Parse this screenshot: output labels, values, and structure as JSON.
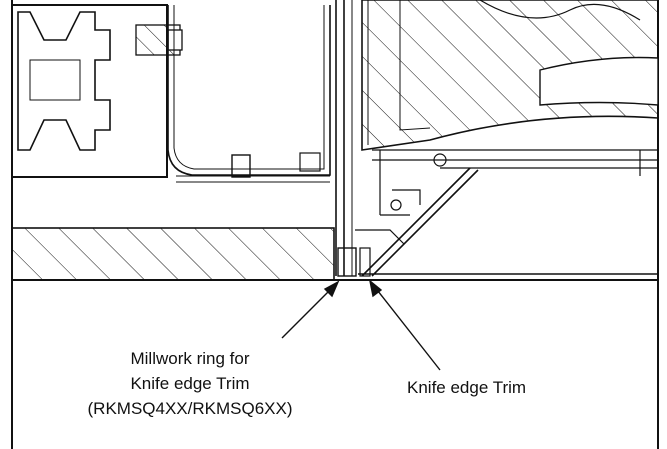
{
  "callouts": {
    "millwork_ring": {
      "lines": [
        "Millwork ring for",
        "Knife edge Trim",
        "(RKMSQ4XX/RKMSQ6XX)"
      ]
    },
    "knife_edge_trim": {
      "label": "Knife edge Trim"
    }
  },
  "colors": {
    "line": "#111111",
    "background": "#ffffff"
  }
}
